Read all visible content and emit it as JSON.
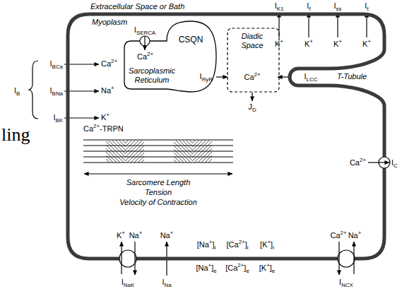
{
  "diagram": {
    "nodes": [
      {
        "text": [
          "Myoplasm"
        ]
      },
      {
        "text": [
          "Ca2+",
          "CSQN",
          "Sarcoplasmic Reticulum"
        ],
        "in": 0
      },
      {
        "text": [
          "Diadic Space",
          "Ca2+"
        ],
        "in": 0
      }
    ],
    "edges": [
      {
        "from": 1,
        "to": 2,
        "arrow": "to",
        "label": "IRyR"
      }
    ],
    "labels": [
      "ling",
      "Extracellular Space or Bath",
      "IK1",
      "If",
      "Iss",
      "It",
      "K+",
      "K+",
      "K+",
      "K+",
      "IB",
      "IBCa",
      "Ca2+",
      "IBNa",
      "Na+",
      "IBK",
      "K+",
      "ISERCA",
      "ILCC",
      "T-Tubule",
      "JD",
      "Ca2+-TRPN",
      "Sarcomere Length",
      "Tension",
      "Velocity of Contraction",
      "Ca2+",
      "IC",
      "K+",
      "Na+",
      "INaK",
      "Na+",
      "INa",
      "[Na+]i",
      "[Ca2+]i",
      "[K+]i",
      "[Na+]e",
      "[Ca2+]e",
      "[K+]e",
      "Ca2+",
      "Na+",
      "INCX"
    ]
  }
}
